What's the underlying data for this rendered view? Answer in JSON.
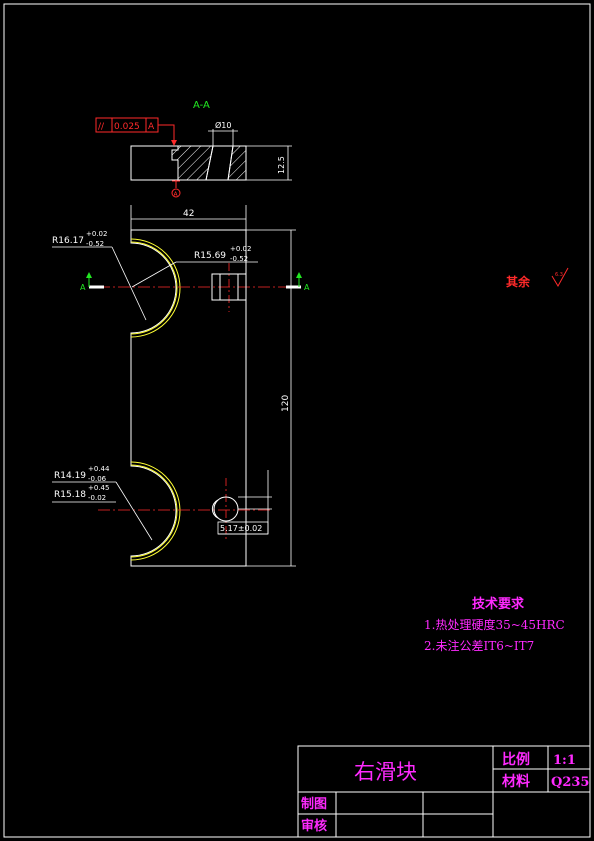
{
  "section_view": {
    "label": "A-A",
    "parallelism_symbol": "//",
    "parallelism_value": "0.025",
    "datum": "A",
    "hole_dia": "Ø10",
    "thickness": "12.5",
    "datum_marker": "A"
  },
  "plan_view": {
    "width": "42",
    "height": "120",
    "r_top_outer": "R16.17",
    "r_top_outer_tol_plus": "+0.02",
    "r_top_outer_tol_minus": "-0.52",
    "r_top_inner": "R15.69",
    "r_top_inner_tol_plus": "+0.02",
    "r_top_inner_tol_minus": "-0.52",
    "r_bot_1": "R14.19",
    "r_bot_1_tol_plus": "+0.44",
    "r_bot_1_tol_minus": "-0.06",
    "r_bot_2": "R15.18",
    "r_bot_2_tol_plus": "+0.45",
    "r_bot_2_tol_minus": "-0.02",
    "hole_offset": "5.17±0.02",
    "cut_left": "A",
    "cut_right": "A"
  },
  "surface_note": {
    "label": "其余",
    "roughness": "6.3"
  },
  "tech_requirements": {
    "title": "技术要求",
    "items": [
      "1.热处理硬度35~45HRC",
      "2.未注公差IT6~IT7"
    ]
  },
  "title_block": {
    "part_name": "右滑块",
    "scale_label": "比例",
    "scale_value": "1:1",
    "material_label": "材料",
    "material_value": "Q235",
    "drawn_label": "制图",
    "checked_label": "审核"
  }
}
